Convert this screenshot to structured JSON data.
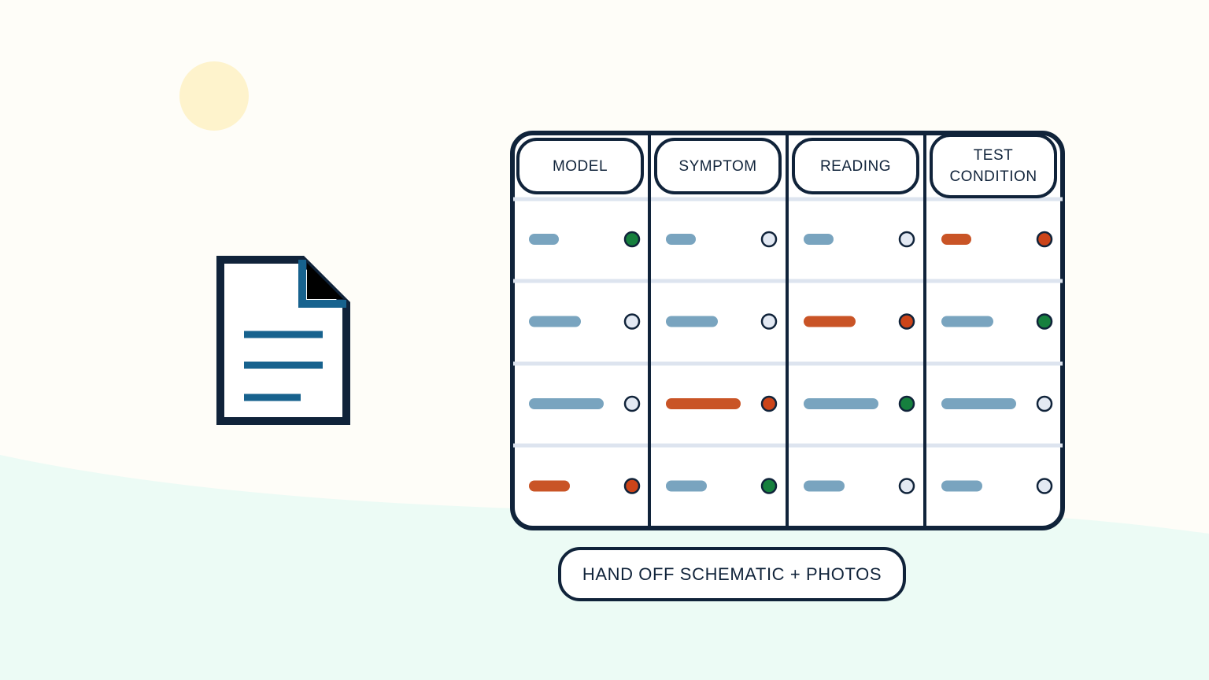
{
  "colors": {
    "background": "#fefdf8",
    "ground": "#ecfbf5",
    "sun": "#fef3cc",
    "ink": "#10233a",
    "doc_lines": "#17628e",
    "divider": "#dde4ef",
    "bar_neutral": "#79a4bf",
    "bar_alert": "#c95426",
    "dot_green": "#16803e",
    "dot_red": "#cc4419",
    "dot_empty": "#e3e9f3"
  },
  "icons": {
    "document": "document-icon",
    "sun": "sun-circle"
  },
  "table": {
    "columns": [
      {
        "id": "model",
        "label": "MODEL"
      },
      {
        "id": "symptom",
        "label": "SYMPTOM"
      },
      {
        "id": "reading",
        "label": "READING"
      },
      {
        "id": "test_condition",
        "label": "TEST\nCONDITION"
      }
    ],
    "rows": [
      [
        {
          "bar": "neutral",
          "length": "short",
          "status": "green"
        },
        {
          "bar": "neutral",
          "length": "short",
          "status": "empty"
        },
        {
          "bar": "neutral",
          "length": "short",
          "status": "empty"
        },
        {
          "bar": "alert",
          "length": "short",
          "status": "red"
        }
      ],
      [
        {
          "bar": "neutral",
          "length": "medium",
          "status": "empty"
        },
        {
          "bar": "neutral",
          "length": "medium",
          "status": "empty"
        },
        {
          "bar": "alert",
          "length": "medium",
          "status": "red"
        },
        {
          "bar": "neutral",
          "length": "medium",
          "status": "green"
        }
      ],
      [
        {
          "bar": "neutral",
          "length": "long",
          "status": "empty"
        },
        {
          "bar": "alert",
          "length": "long",
          "status": "red"
        },
        {
          "bar": "neutral",
          "length": "long",
          "status": "green"
        },
        {
          "bar": "neutral",
          "length": "long",
          "status": "empty"
        }
      ],
      [
        {
          "bar": "alert",
          "length": "shortmedium",
          "status": "red"
        },
        {
          "bar": "neutral",
          "length": "shortmedium",
          "status": "green"
        },
        {
          "bar": "neutral",
          "length": "shortmedium",
          "status": "empty"
        },
        {
          "bar": "neutral",
          "length": "shortmedium",
          "status": "empty"
        }
      ]
    ]
  },
  "handoff": {
    "label": "HAND OFF SCHEMATIC + PHOTOS"
  }
}
